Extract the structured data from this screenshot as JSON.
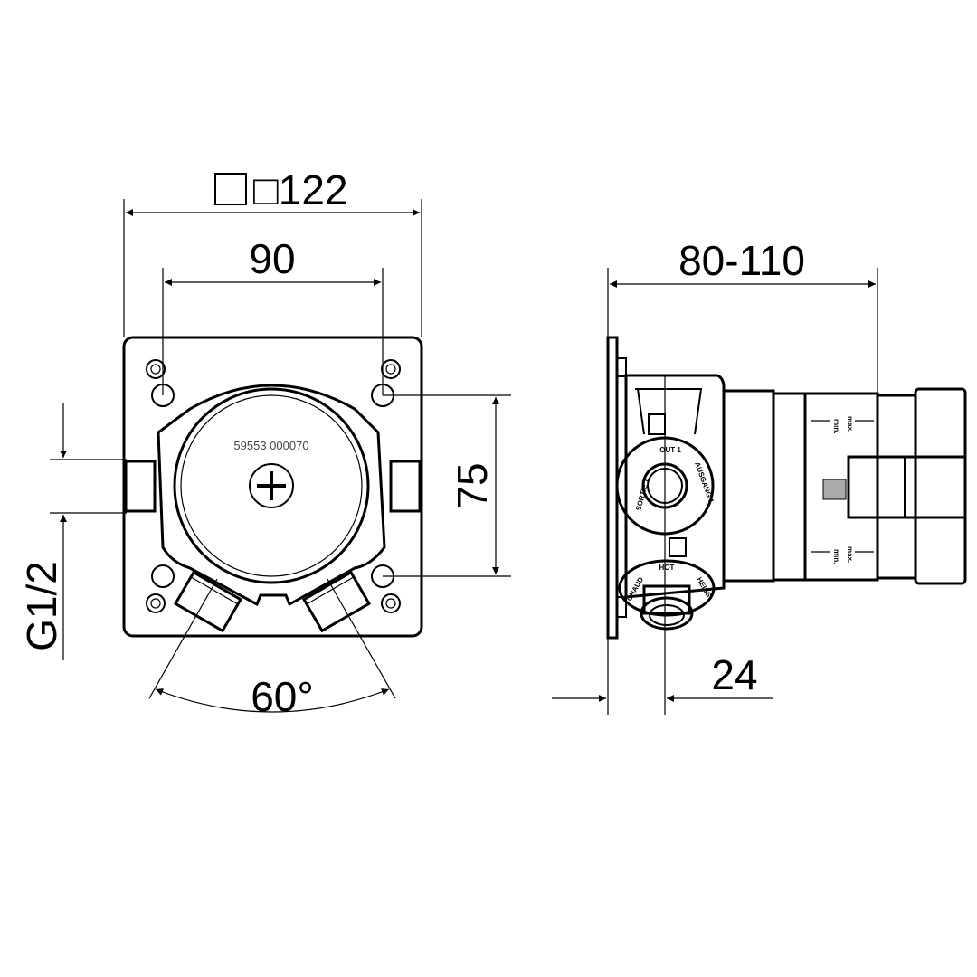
{
  "drawing": {
    "front_view": {
      "dim_square": "□122",
      "dim_hole_spacing": "90",
      "dim_vertical_spacing": "75",
      "dim_thread": "G1/2",
      "dim_angle": "60°",
      "part_number": "59553 000070"
    },
    "side_view": {
      "dim_depth": "80-110",
      "dim_offset": "24",
      "outlet_labels": [
        "OUT 1",
        "SORTIE 1",
        "AUSGANG 1"
      ],
      "inlet_labels": [
        "HOT",
        "CHAUD",
        "HEISS"
      ],
      "depth_marks": [
        "min.",
        "max.",
        "min.",
        "max."
      ]
    },
    "line_color": "#000000"
  }
}
